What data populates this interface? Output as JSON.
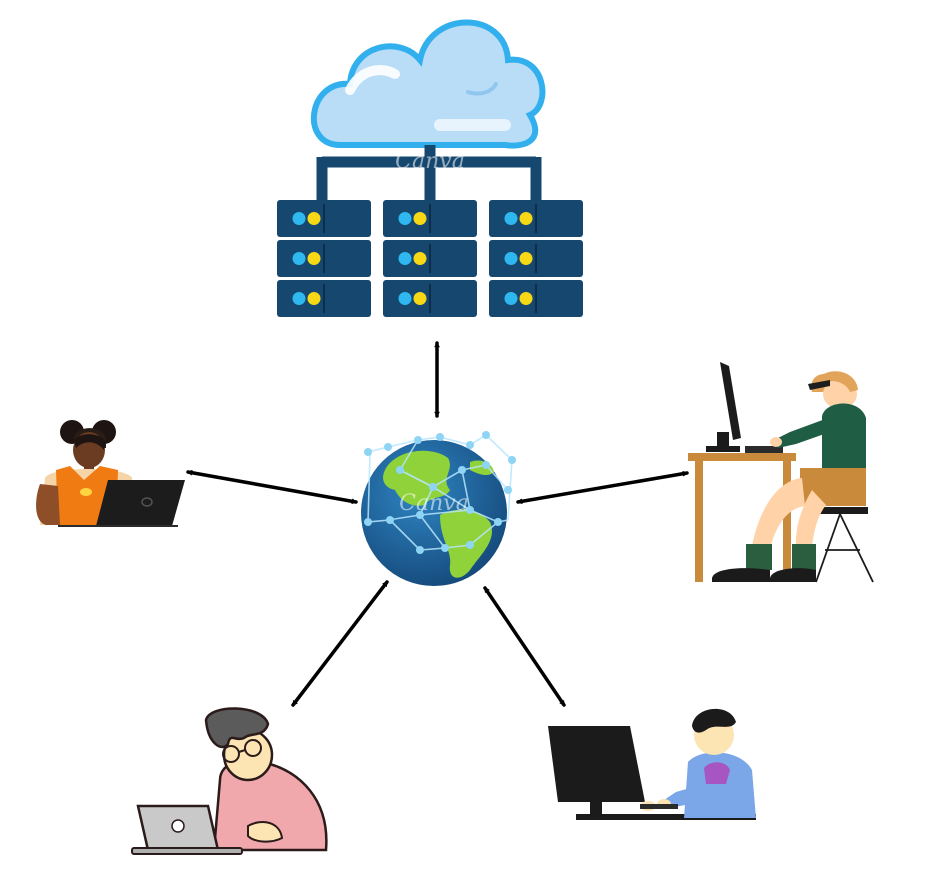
{
  "diagram": {
    "watermarks": [
      "Canva",
      "Canva"
    ],
    "nodes": [
      {
        "id": "cloud",
        "icon": "cloud-icon"
      },
      {
        "id": "servers",
        "icon": "server-rack-icon",
        "racks": 3,
        "units_per_rack": 3
      },
      {
        "id": "internet",
        "icon": "globe-network-icon"
      },
      {
        "id": "user-top-left",
        "icon": "woman-laptop-icon"
      },
      {
        "id": "user-right",
        "icon": "person-desktop-computer-icon"
      },
      {
        "id": "user-bottom-left",
        "icon": "man-laptop-icon"
      },
      {
        "id": "user-bottom-right",
        "icon": "boy-desktop-computer-icon"
      }
    ],
    "connections": [
      {
        "from": "servers",
        "to": "internet",
        "direction": "both"
      },
      {
        "from": "internet",
        "to": "user-top-left",
        "direction": "both"
      },
      {
        "from": "internet",
        "to": "user-right",
        "direction": "both"
      },
      {
        "from": "internet",
        "to": "user-bottom-left",
        "direction": "both"
      },
      {
        "from": "internet",
        "to": "user-bottom-right",
        "direction": "both"
      }
    ],
    "colors": {
      "cloud": "#b9dcf7",
      "cloud_outline": "#32b0ee",
      "server": "#15476f",
      "server_line": "#0d2e4b",
      "led_blue": "#2fb8f0",
      "led_yellow": "#f6d816",
      "ocean": "#1d5f94",
      "land": "#8fd23a",
      "network": "#8ed4f5",
      "arrow": "#000000"
    }
  }
}
